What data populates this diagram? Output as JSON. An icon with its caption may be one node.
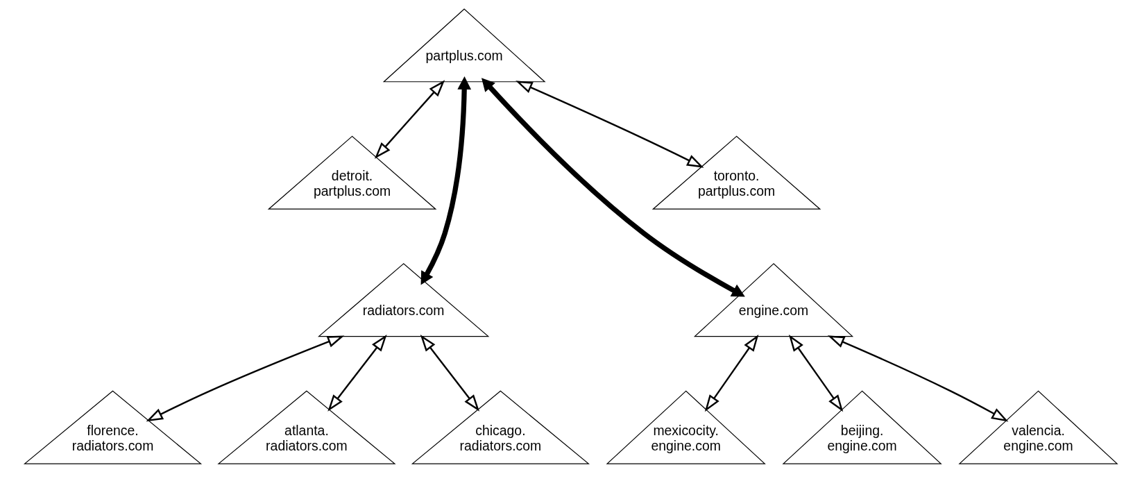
{
  "diagram": {
    "nodes": [
      {
        "text": [
          "partplus.com"
        ]
      },
      {
        "text": [
          "toronto. partplus.com"
        ]
      },
      {
        "text": [
          "detroit. partplus.com"
        ]
      },
      {
        "text": [
          "radiators.com"
        ]
      },
      {
        "text": [
          "engine.com"
        ]
      },
      {
        "text": [
          "florence. radiators.com"
        ]
      },
      {
        "text": [
          "atlanta. radiators.com"
        ]
      },
      {
        "text": [
          "chicago. radiators.com"
        ]
      },
      {
        "text": [
          "mexicocity. engine.com"
        ]
      },
      {
        "text": [
          "beijing. engine.com"
        ]
      },
      {
        "text": [
          "valencia. engine.com"
        ]
      }
    ],
    "edges": [
      {
        "from": 0,
        "to": 3,
        "arrow": "both",
        "style": "thick"
      },
      {
        "from": 0,
        "to": 4,
        "arrow": "both",
        "style": "thick"
      },
      {
        "from": 1,
        "to": 0,
        "arrow": "both"
      },
      {
        "from": 0,
        "to": 2,
        "arrow": "both"
      },
      {
        "from": 3,
        "to": 5,
        "arrow": "both"
      },
      {
        "from": 3,
        "to": 6,
        "arrow": "both"
      },
      {
        "from": 3,
        "to": 7,
        "arrow": "both"
      },
      {
        "from": 4,
        "to": 8,
        "arrow": "both"
      },
      {
        "from": 4,
        "to": 9,
        "arrow": "both"
      },
      {
        "from": 4,
        "to": 10,
        "arrow": "both"
      }
    ]
  }
}
